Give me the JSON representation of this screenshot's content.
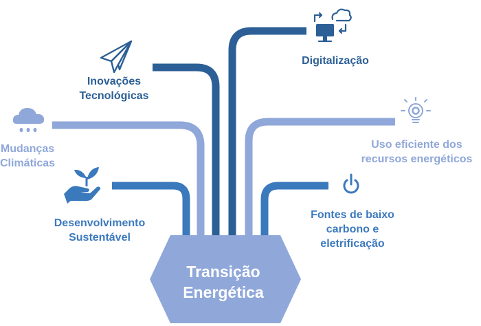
{
  "center": {
    "line1": "Transição",
    "line2": "Energética"
  },
  "branches": [
    {
      "id": "digitalizacao",
      "icon": "computer-cloud-sync-icon",
      "lines": [
        "Digitalização"
      ],
      "color": "#2c5f95"
    },
    {
      "id": "inovacoes",
      "icon": "paper-plane-icon",
      "lines": [
        "Inovações",
        "Tecnológicas"
      ],
      "color": "#2c5f95"
    },
    {
      "id": "mudancas",
      "icon": "rain-cloud-icon",
      "lines": [
        "Mudanças",
        "Climáticas"
      ],
      "color": "#8fa7d9"
    },
    {
      "id": "uso",
      "icon": "lightbulb-gear-icon",
      "lines": [
        "Uso eficiente dos",
        "recursos energéticos"
      ],
      "color": "#8fa7d9"
    },
    {
      "id": "desenvolvimento",
      "icon": "hand-plant-icon",
      "lines": [
        "Desenvolvimento",
        "Sustentável"
      ],
      "color": "#3b79bd"
    },
    {
      "id": "fontes",
      "icon": "power-icon",
      "lines": [
        "Fontes de baixo",
        "carbono e",
        "eletrificação"
      ],
      "color": "#3b79bd"
    }
  ],
  "colors": {
    "dark": "#2c5f95",
    "mid": "#3b79bd",
    "light": "#8fa7d9",
    "center_fill": "#8fa7d9"
  }
}
